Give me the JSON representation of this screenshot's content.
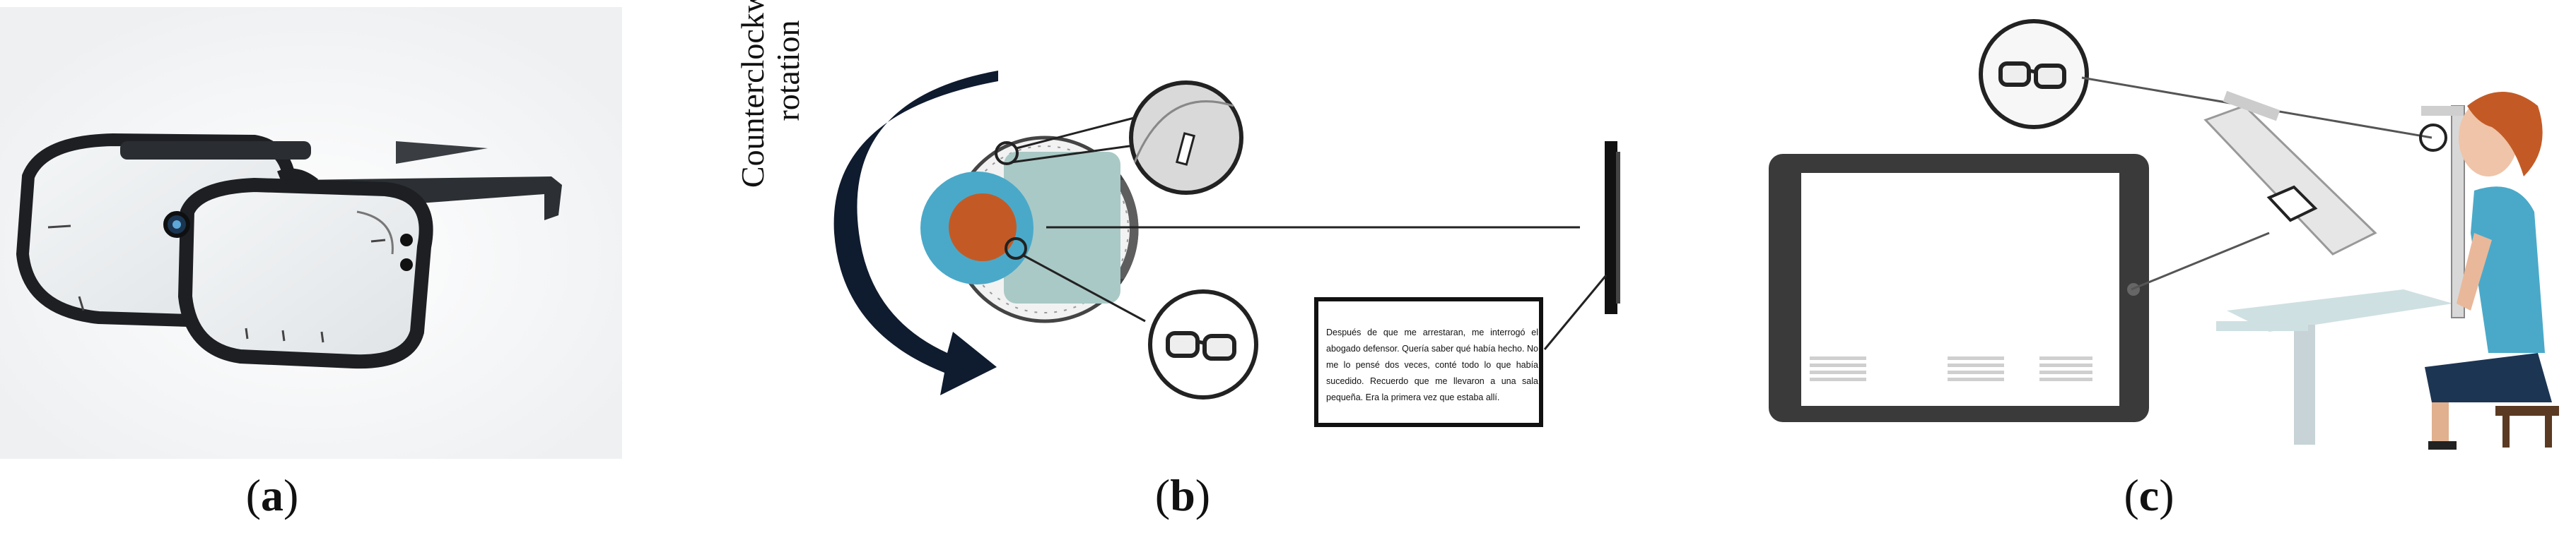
{
  "panels": [
    {
      "id": "a",
      "label": "a"
    },
    {
      "id": "b",
      "label": "b",
      "rotation_label": "Counterclockwise rotation",
      "reading_text": "Después de que me arrestaran, me interrogó el abogado defensor. Quería saber qué había hecho. No me lo pensé dos veces, conté todo lo que había sucedido. Recuerdo que me llevaron a una sala pequeña. Era la primera vez que estaba allí."
    },
    {
      "id": "c",
      "label": "c"
    }
  ],
  "colors": {
    "arrow": "#0f1b2e",
    "table": "#a9c9c6",
    "shirt": "#4aa9c9",
    "hair": "#c35a25",
    "frame": "#222222"
  }
}
